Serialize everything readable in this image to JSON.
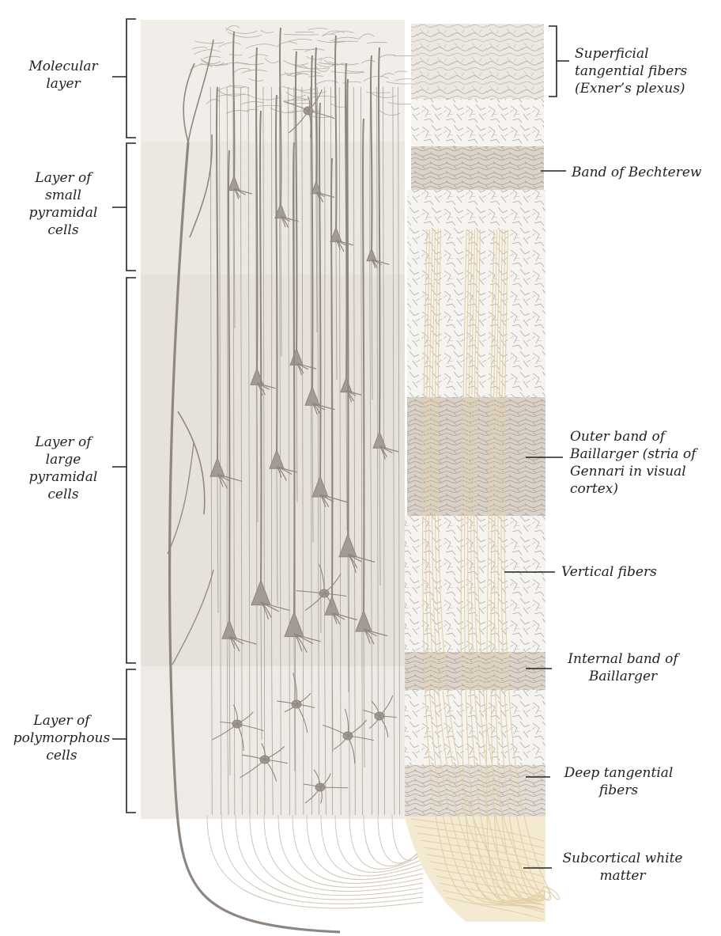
{
  "diagram": {
    "left_layers": [
      {
        "id": "molecular",
        "lines": [
          "Molecular",
          "layer"
        ]
      },
      {
        "id": "small-pyramidal",
        "lines": [
          "Layer of",
          "small",
          "pyramidal",
          "cells"
        ]
      },
      {
        "id": "large-pyramidal",
        "lines": [
          "Layer of",
          "large",
          "pyramidal",
          "cells"
        ]
      },
      {
        "id": "polymorphous",
        "lines": [
          "Layer of",
          "polymorphous",
          "cells"
        ]
      }
    ],
    "right_labels": [
      {
        "id": "superficial-tangential",
        "lines": [
          "Superficial",
          "tangential fibers",
          "(Exner’s plexus)"
        ]
      },
      {
        "id": "bechterew",
        "lines": [
          "Band of Bechterew"
        ]
      },
      {
        "id": "outer-baillarger",
        "lines": [
          "Outer band of",
          "Baillarger (stria of",
          "Gennari in visual",
          "cortex)"
        ]
      },
      {
        "id": "vertical-fibers",
        "lines": [
          "Vertical fibers"
        ]
      },
      {
        "id": "internal-baillarger",
        "lines": [
          "Internal band of",
          "Baillarger"
        ]
      },
      {
        "id": "deep-tangential",
        "lines": [
          "Deep tangential",
          "fibers"
        ]
      },
      {
        "id": "subcortical",
        "lines": [
          "Subcortical white",
          "matter"
        ]
      }
    ],
    "colors": {
      "ink": "#222222",
      "neuron": "#8f8680",
      "neuron_body": "#a39a94",
      "fiber": "#a7a19b",
      "white_matter": "#f4ead2",
      "white_matter_fiber": "#e2cfa4",
      "band_dark": "#ddd6cd",
      "band_light": "#f1eee9"
    }
  }
}
